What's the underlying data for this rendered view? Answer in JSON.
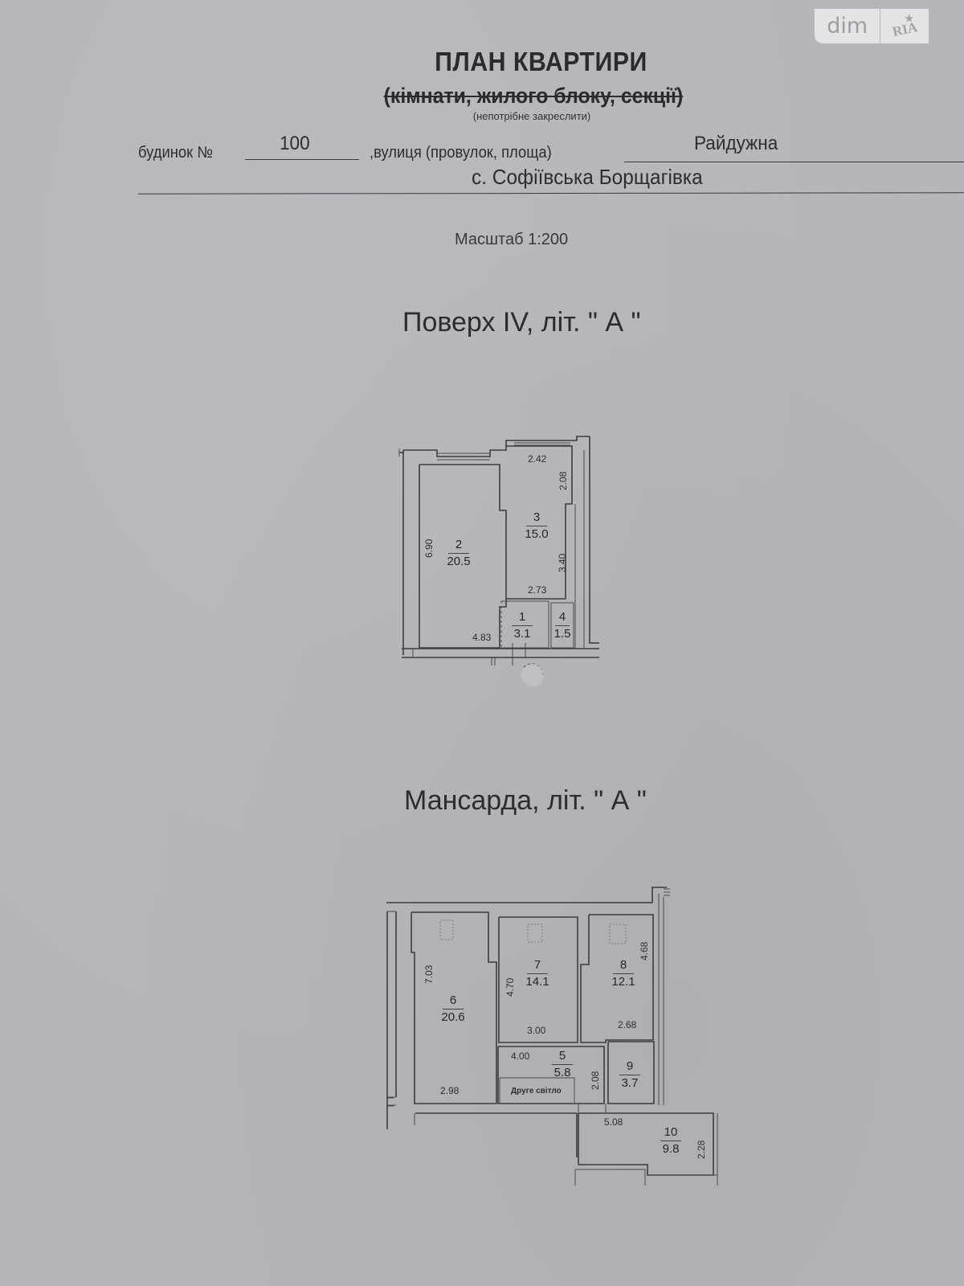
{
  "watermark": {
    "left_text": "dim",
    "right_text": "RIA",
    "star_icon": "star-icon"
  },
  "header": {
    "title": "ПЛАН КВАРТИРИ",
    "subtitle_struck": "(кімнати, жилого блоку, секції)",
    "note": "(непотрібне закреслити)",
    "house_label": "будинок №",
    "house_number": "100",
    "street_label": ",вулиця (провулок, площа)",
    "street_value": "Райдужна",
    "village": "с. Софіївська Борщагівка",
    "scale": "Масштаб 1:200"
  },
  "floor_iv": {
    "title": "Поверх IV, літ. \" А \"",
    "rooms": [
      {
        "num": "1",
        "area": "3.1"
      },
      {
        "num": "2",
        "area": "20.5"
      },
      {
        "num": "3",
        "area": "15.0"
      },
      {
        "num": "4",
        "area": "1.5"
      }
    ],
    "dimensions": {
      "d_242": "2.42",
      "d_208": "2.08",
      "d_690": "6.90",
      "d_340": "3.40",
      "d_273": "2.73",
      "d_483": "4.83"
    }
  },
  "mansard": {
    "title": "Мансарда, літ. \" А \"",
    "rooms": [
      {
        "num": "5",
        "area": "5.8"
      },
      {
        "num": "6",
        "area": "20.6"
      },
      {
        "num": "7",
        "area": "14.1"
      },
      {
        "num": "8",
        "area": "12.1"
      },
      {
        "num": "9",
        "area": "3.7"
      },
      {
        "num": "10",
        "area": "9.8"
      }
    ],
    "dimensions": {
      "d_703": "7.03",
      "d_470": "4.70",
      "d_468": "4.68",
      "d_300": "3.00",
      "d_268": "2.68",
      "d_400": "4.00",
      "d_298": "2.98",
      "d_208": "2.08",
      "d_508": "5.08",
      "d_228": "2.28"
    },
    "second_light_label": "Друге світло"
  }
}
